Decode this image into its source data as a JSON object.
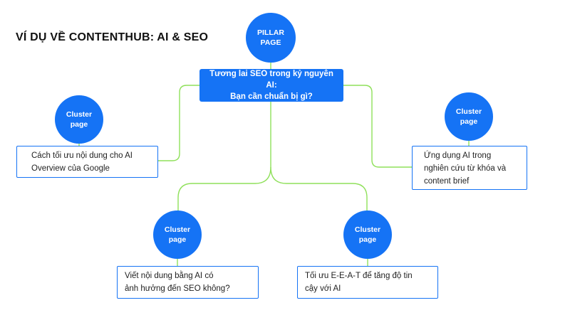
{
  "title": "VÍ DỤ VỀ CONTENTHUB: AI & SEO",
  "pillar": {
    "circle_label": [
      "PILLAR",
      "PAGE"
    ],
    "title_lines": [
      "Tương lai SEO trong kỷ nguyên AI:",
      "Bạn cần chuẩn bị gì?"
    ]
  },
  "clusters": [
    {
      "circle_label": [
        "Cluster",
        "page"
      ],
      "text_lines": [
        "Cách tối ưu nội dung cho AI",
        "Overview của Google"
      ]
    },
    {
      "circle_label": [
        "Cluster",
        "page"
      ],
      "text_lines": [
        "Ứng dụng AI trong",
        "nghiên cứu từ khóa và",
        "content brief"
      ]
    },
    {
      "circle_label": [
        "Cluster",
        "page"
      ],
      "text_lines": [
        "Viết nội dung bằng AI có",
        "ảnh hưởng đến SEO không?"
      ]
    },
    {
      "circle_label": [
        "Cluster",
        "page"
      ],
      "text_lines": [
        "Tối ưu E-E-A-T để tăng độ tin",
        "cậy với AI"
      ]
    }
  ],
  "colors": {
    "primary_blue": "#1573f5",
    "connector_green": "#8fe05a"
  }
}
